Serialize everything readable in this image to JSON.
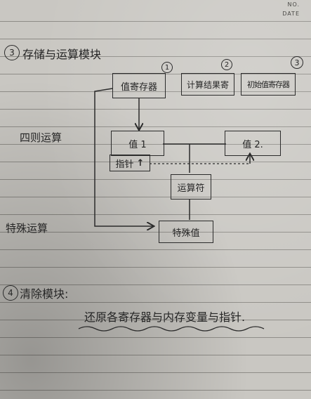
{
  "header": {
    "no_label": "NO.",
    "date_label": "DATE"
  },
  "section3": {
    "number": "3",
    "title": "存储与运算模块"
  },
  "registers": [
    {
      "label": "值寄存器",
      "index": "1"
    },
    {
      "label": "计算结果寄",
      "index": "2"
    },
    {
      "label": "初始值寄存器",
      "index": "3"
    }
  ],
  "left_labels": {
    "arithmetic": "四则运算",
    "special_op": "特殊运算"
  },
  "nodes": {
    "value1": "值 1",
    "pointer": "指针",
    "value2": "值 2.",
    "operator": "运算符",
    "special_value": "特殊值"
  },
  "section4": {
    "number": "4",
    "title": "清除模块:",
    "description": "还原各寄存器与内存变量与指针."
  }
}
